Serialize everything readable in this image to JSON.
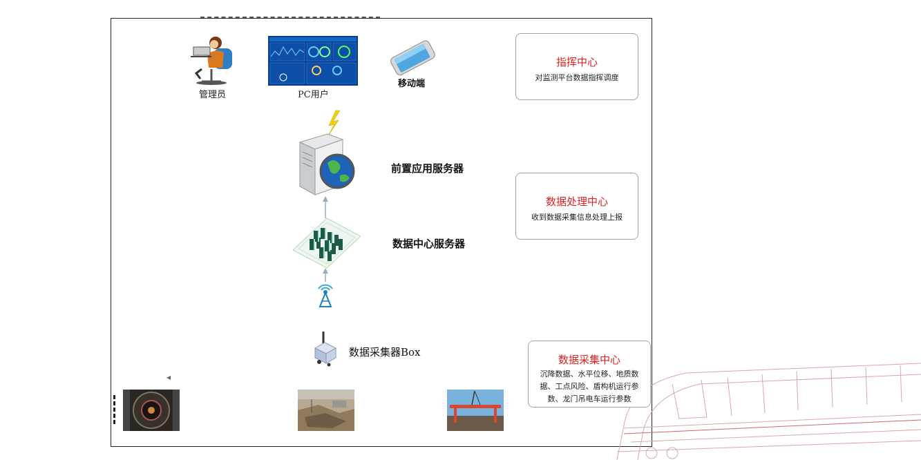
{
  "top_row": {
    "admin_label": "管理员",
    "pc_label": "PC用户",
    "mobile_label": "移动端"
  },
  "servers": {
    "front_label": "前置应用服务器",
    "data_center_label": "数据中心服务器",
    "collector_label": "数据采集器Box"
  },
  "centers": {
    "command": {
      "title": "指挥中心",
      "desc": "对监测平台数据指挥调度"
    },
    "processing": {
      "title": "数据处理中心",
      "desc": "收到数据采集信息处理上报"
    },
    "collection": {
      "title": "数据采集中心",
      "desc_lines": [
        "沉降数据、水平位移、地质数",
        "据、工点风险、盾构机运行参",
        "数、龙门吊电车运行参数"
      ]
    }
  },
  "colors": {
    "accent_red": "#e02020",
    "box_border": "#9aa4ad",
    "arrow": "#9aaabb"
  },
  "icons": [
    "admin-person-icon",
    "dashboard-screen-icon",
    "smartphone-icon",
    "web-server-icon",
    "datacenter-rack-icon",
    "wireless-tower-icon",
    "collector-box-icon"
  ]
}
